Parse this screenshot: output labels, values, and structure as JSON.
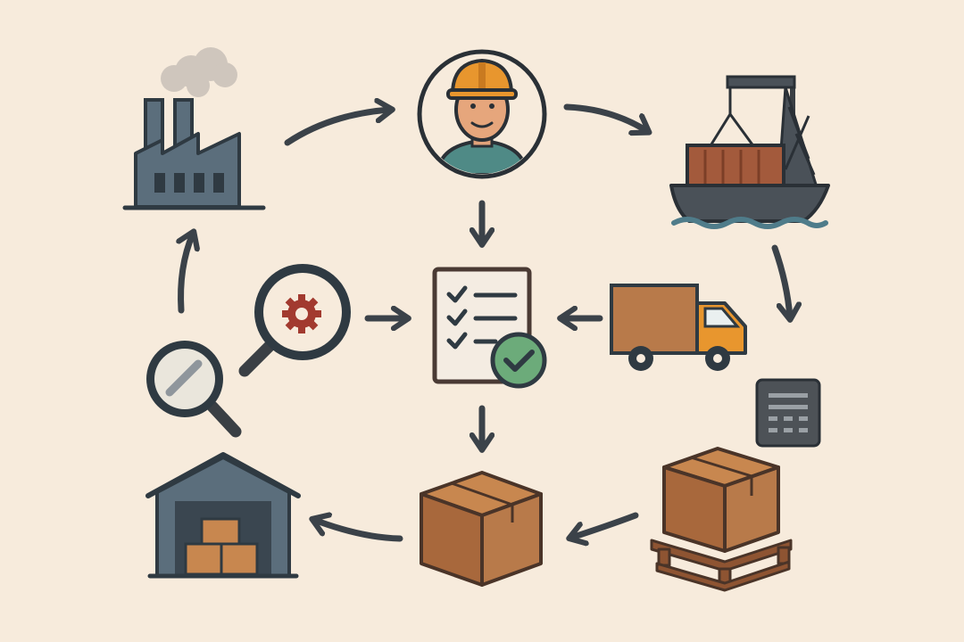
{
  "diagram": {
    "nodes": [
      {
        "id": "factory",
        "icon": "factory-icon"
      },
      {
        "id": "worker",
        "icon": "worker-icon"
      },
      {
        "id": "cargo-ship",
        "icon": "cargo-ship-icon"
      },
      {
        "id": "inspection-gear",
        "icon": "magnifier-gear-icon"
      },
      {
        "id": "checklist",
        "icon": "checklist-approved-icon"
      },
      {
        "id": "delivery-truck",
        "icon": "delivery-truck-icon"
      },
      {
        "id": "inspection-blocked",
        "icon": "magnifier-blocked-icon"
      },
      {
        "id": "invoice",
        "icon": "document-icon"
      },
      {
        "id": "warehouse",
        "icon": "warehouse-icon"
      },
      {
        "id": "box",
        "icon": "cardboard-box-icon"
      },
      {
        "id": "pallet",
        "icon": "pallet-box-icon"
      }
    ],
    "flows": [
      {
        "from": "factory",
        "to": "worker"
      },
      {
        "from": "worker",
        "to": "cargo-ship"
      },
      {
        "from": "worker",
        "to": "checklist"
      },
      {
        "from": "cargo-ship",
        "to": "pallet"
      },
      {
        "from": "inspection-gear",
        "to": "checklist"
      },
      {
        "from": "delivery-truck",
        "to": "checklist"
      },
      {
        "from": "checklist",
        "to": "box"
      },
      {
        "from": "pallet",
        "to": "box"
      },
      {
        "from": "box",
        "to": "warehouse"
      },
      {
        "from": "inspection-blocked",
        "to": "factory"
      }
    ]
  },
  "colors": {
    "background": "#f7ebdc",
    "arrow": "#3b4249",
    "slate": "#5b6e7c",
    "cardboard": "#b87a4a",
    "orange": "#e8962e",
    "check_green": "#6cab7a",
    "gear_red": "#a23a2f"
  }
}
